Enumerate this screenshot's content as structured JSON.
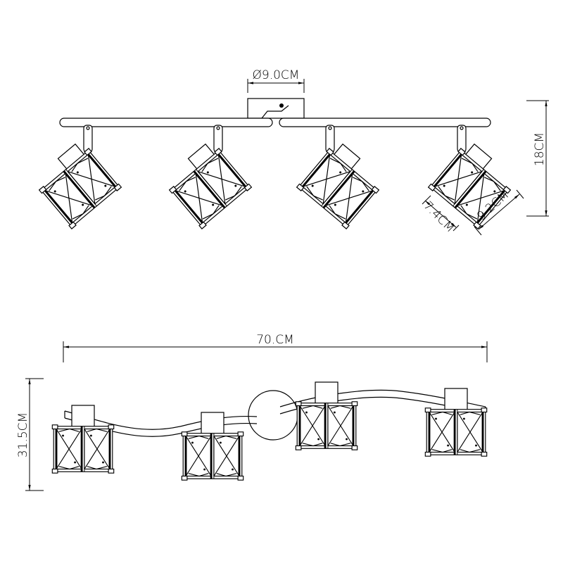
{
  "drawing": {
    "top_view": {
      "canopy_diameter": "Ø9.0CM",
      "height": "18CM",
      "shade_depth": "7.4CM",
      "shade_width": "9.2CM",
      "lamp_heads": 4
    },
    "front_view": {
      "length": "70.CM",
      "width": "31.5CM",
      "lamp_heads": 4
    }
  }
}
